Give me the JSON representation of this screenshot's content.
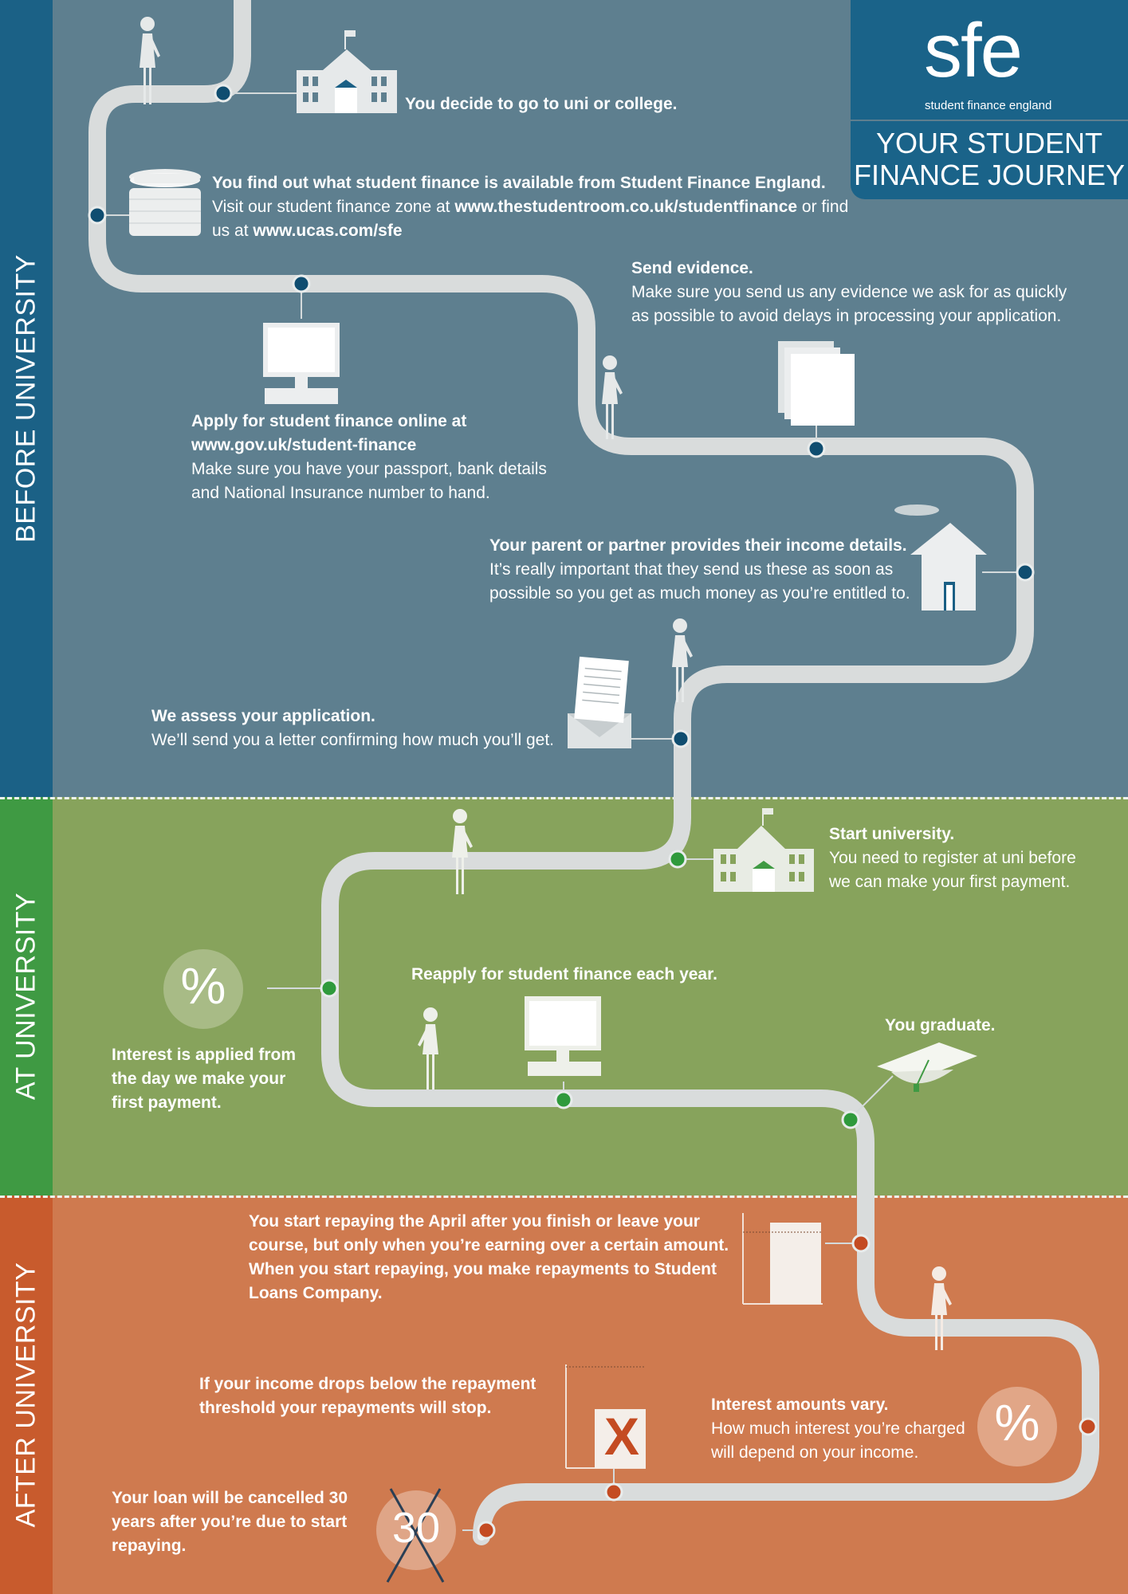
{
  "logo": {
    "mark": "sfe",
    "subtitle": "student finance england",
    "title_line1": "YOUR STUDENT",
    "title_line2": "FINANCE JOURNEY"
  },
  "sections": {
    "before": "BEFORE UNIVERSITY",
    "at": "AT UNIVERSITY",
    "after": "AFTER UNIVERSITY"
  },
  "colors": {
    "before": "#5e7f8f",
    "at": "#87a35c",
    "after": "#cf7a4f",
    "node_before": "#0f4d70",
    "node_at": "#2f9a3c",
    "node_after": "#c44b22",
    "logo": "#1a6389"
  },
  "steps": {
    "decide": {
      "heading": "You decide to go to uni or college."
    },
    "find_out": {
      "heading": "You find out what student finance is available from Student Finance England.",
      "body_pre": "Visit our student finance zone at ",
      "link1": "www.thestudentroom.co.uk/studentfinance",
      "body_mid": " or find us at ",
      "link2": "www.ucas.com/sfe"
    },
    "send_evidence": {
      "heading": "Send evidence.",
      "body": "Make sure you send us any evidence we ask for as quickly as possible to avoid delays in processing your application."
    },
    "apply": {
      "heading1": "Apply for student finance online at",
      "heading2": "www.gov.uk/student-finance",
      "body": "Make sure you have your passport, bank details and National Insurance number to hand."
    },
    "parent": {
      "heading": "Your parent or partner provides their income details.",
      "body": "It’s really important that they send us these as soon as possible so you get as much money as you’re entitled to."
    },
    "assess": {
      "heading": "We assess your application.",
      "body": "We’ll send you a letter confirming how much you’ll get."
    },
    "start_uni": {
      "heading": "Start university.",
      "body": "You need to register at uni before we can make your first payment."
    },
    "reapply": {
      "heading": "Reapply for student finance each year."
    },
    "interest_applied": {
      "symbol": "%",
      "heading": "Interest is applied from the day we make your first payment."
    },
    "graduate": {
      "heading": "You graduate."
    },
    "start_repaying": {
      "heading": "You start repaying the April after you finish or leave your course, but only when you’re earning over a certain amount. When you start repaying, you make repayments to Student Loans Company."
    },
    "income_drops": {
      "heading": "If your income drops below the repayment threshold your repayments will stop.",
      "symbol": "X"
    },
    "interest_varies": {
      "symbol": "%",
      "heading": "Interest amounts vary.",
      "body": "How much interest you’re charged will depend on your income."
    },
    "cancelled": {
      "number": "30",
      "heading": "Your loan will be cancelled 30 years after you’re due to start repaying."
    }
  }
}
